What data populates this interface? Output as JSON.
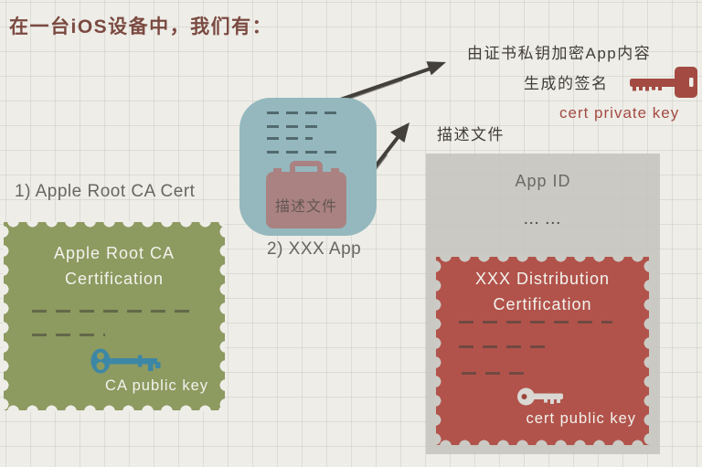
{
  "title": "在一台iOS设备中，我们有：",
  "annotations": {
    "signature_line1": "由证书私钥加密App内容",
    "signature_line2": "生成的签名",
    "cert_private_key": "cert private key",
    "profile": "描述文件"
  },
  "app": {
    "briefcase_label": "描述文件",
    "caption": "2) XXX App"
  },
  "root_ca": {
    "caption": "1) Apple Root CA Cert",
    "line1": "Apple Root CA",
    "line2": "Certification",
    "key_label": "CA public key"
  },
  "app_id": {
    "title": "App ID",
    "dots": "... ...",
    "cert_line1": "XXX Distribution",
    "cert_line2": "Certification",
    "key_label": "cert public key"
  },
  "icons": {
    "red_key": "cert-private-key-icon",
    "teal_key": "ca-public-key-icon",
    "gray_key": "cert-public-key-icon",
    "briefcase": "provisioning-profile-briefcase-icon",
    "arrow_up_right_1": "arrow-to-signature-note",
    "arrow_up_right_2": "arrow-to-profile-label"
  },
  "colors": {
    "background": "#eeede8",
    "title_text": "#7b4a41",
    "dark_text": "#413d38",
    "gray_text": "#67665f",
    "green_stamp": "#8d9a60",
    "red_stamp": "#b1534b",
    "blue_app_icon": "#94b8be",
    "briefcase": "#aa8282",
    "teal_key": "#3d87a6",
    "red_key": "#a34b42",
    "gray_panel": "#cbcac5",
    "stamp_text": "#f3f2ed"
  }
}
